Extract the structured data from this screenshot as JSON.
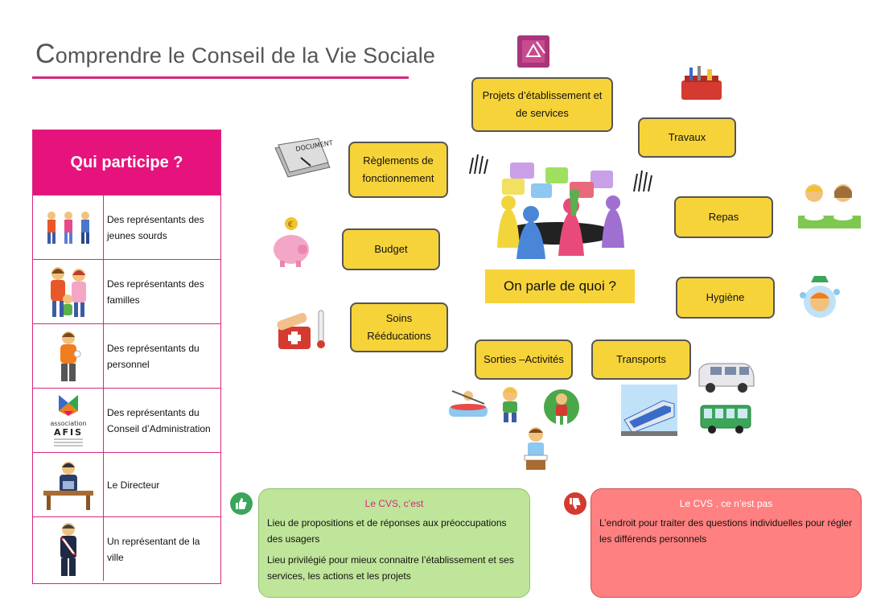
{
  "title": {
    "first_letter": "C",
    "rest": "omprendre le Conseil de la Vie Sociale"
  },
  "participants": {
    "header": "Qui participe ?",
    "rows": [
      {
        "label": "Des représentants des jeunes sourds"
      },
      {
        "label": "Des représentants des familles"
      },
      {
        "label": "Des représentants du personnel"
      },
      {
        "label": "Des représentants du Conseil d’Administration"
      },
      {
        "label": "Le Directeur"
      },
      {
        "label": "Un représentant de la ville"
      }
    ],
    "logo": {
      "name": "association",
      "brand": "AFIS"
    }
  },
  "topics": {
    "projets": "Projets d’établissement et de services",
    "travaux": "Travaux",
    "reglements": "Règlements de fonctionnement",
    "repas": "Repas",
    "budget": "Budget",
    "hygiene": "Hygiène",
    "soins": "Soins Rééducations",
    "sorties": "Sorties –Activités",
    "transports": "Transports"
  },
  "center_label": "On parle de quoi ?",
  "document_label": "DOCUMENT",
  "cvs_yes": {
    "heading": "Le CVS, c’est",
    "items": [
      "Lieu de propositions et de réponses aux préoccupations des usagers",
      "Lieu privilégié pour mieux connaitre l’établissement et ses services, les actions et les projets"
    ]
  },
  "cvs_no": {
    "heading": "Le CVS , ce n’est pas",
    "items": [
      "L’endroit pour traiter des questions individuelles pour régler les différends personnels"
    ]
  },
  "colors": {
    "accent": "#e6137d",
    "topic": "#f7d33a",
    "yes_bg": "#bfe59a",
    "no_bg": "#ff8080"
  }
}
